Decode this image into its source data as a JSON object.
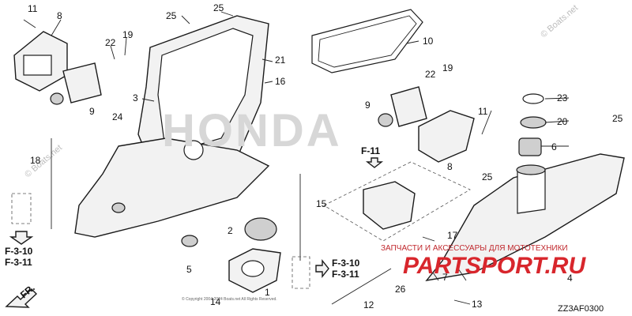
{
  "callouts": {
    "c11a": "11",
    "c8a": "8",
    "c22a": "22",
    "c19a": "19",
    "c9a": "9",
    "c3": "3",
    "c25a": "25",
    "c25b": "25",
    "c21": "21",
    "c16": "16",
    "c10": "10",
    "c22b": "22",
    "c19b": "19",
    "c9b": "9",
    "c11b": "11",
    "c8b": "8",
    "c23": "23",
    "c20": "20",
    "c6": "6",
    "c25c": "25",
    "c25d": "25",
    "c24": "24",
    "c18": "18",
    "c15": "15",
    "c2": "2",
    "c5": "5",
    "c1": "1",
    "c14": "14",
    "c17": "17",
    "c7": "7",
    "c26": "26",
    "c12": "12",
    "c13": "13",
    "c4": "4"
  },
  "refs": {
    "left_f310": "F-3-10",
    "left_f311": "F-3-11",
    "mid_f310": "F-3-10",
    "mid_f311": "F-3-11",
    "f11": "F-11"
  },
  "watermark": "HONDA",
  "site_watermark": "© Boats.net",
  "shop_banner": {
    "tagline": "ЗАПЧАСТИ И АКСЕССУАРЫ ДЛЯ МОТОТЕХНИКИ",
    "logo": "PARTSPORT.RU"
  },
  "direction_label": "FR.",
  "diagram_code": "ZZ3AF0300",
  "copyright": "© Copyright 2004-2024 Boats.net All Rights Reserved."
}
